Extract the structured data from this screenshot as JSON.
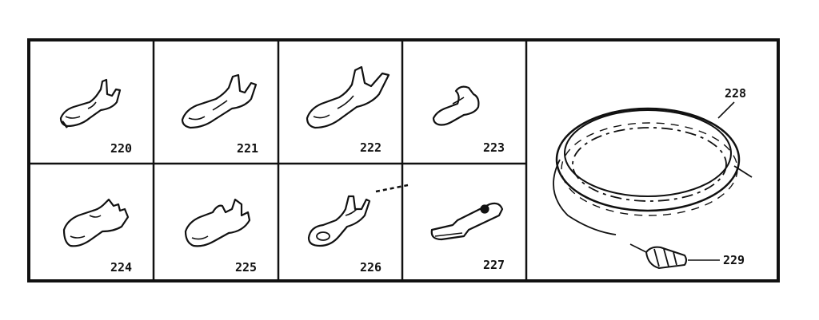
{
  "parts": [
    {
      "id": "terminal-220",
      "label": "220"
    },
    {
      "id": "terminal-221",
      "label": "221"
    },
    {
      "id": "terminal-222",
      "label": "222"
    },
    {
      "id": "terminal-223",
      "label": "223"
    },
    {
      "id": "terminal-224",
      "label": "224"
    },
    {
      "id": "terminal-225",
      "label": "225"
    },
    {
      "id": "ring-terminal-226",
      "label": "226"
    },
    {
      "id": "blade-terminal-227",
      "label": "227"
    },
    {
      "id": "wire-coil-228",
      "label": "228"
    },
    {
      "id": "wire-nut-229",
      "label": "229"
    }
  ],
  "colors": {
    "ink": "#111111",
    "paper": "#ffffff"
  }
}
